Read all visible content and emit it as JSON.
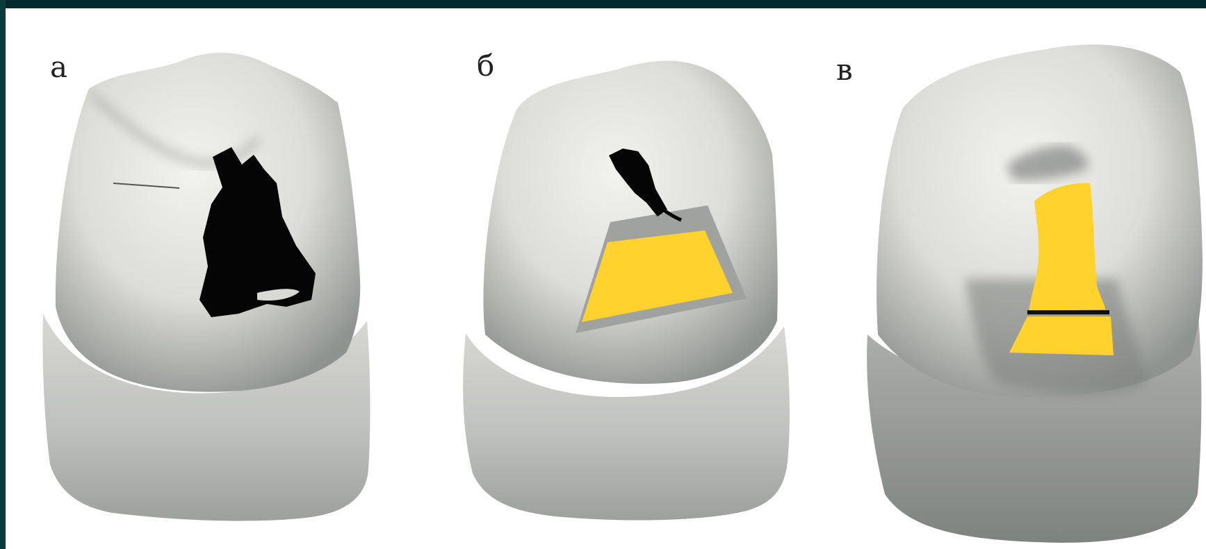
{
  "labels": {
    "a": "а",
    "b": "б",
    "v": "в"
  },
  "colors": {
    "background_frame": "#062f31",
    "page": "#ffffff",
    "plaster": "#e3e3e0",
    "plaster_shadow": "#8e918f",
    "caries": "#050505",
    "restoration": "#ffd22e"
  },
  "icons": {
    "tooth_a": "tooth-model-with-caries",
    "tooth_b": "tooth-model-with-cavity-restoration",
    "tooth_v": "tooth-model-with-inlay"
  }
}
